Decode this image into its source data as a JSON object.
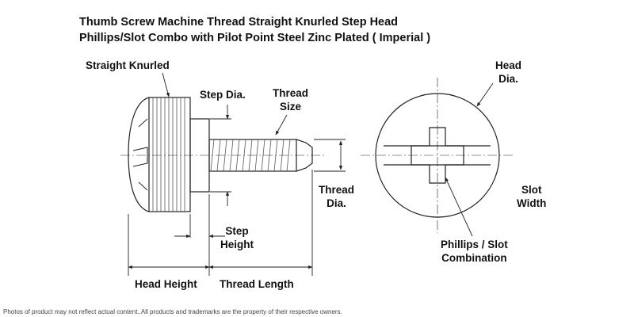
{
  "title": {
    "line1": "Thumb Screw Machine Thread Straight Knurled Step Head",
    "line2": "Phillips/Slot Combo with Pilot Point Steel Zinc Plated ( Imperial )"
  },
  "labels": {
    "straight_knurled": "Straight Knurled",
    "step_dia": "Step Dia.",
    "thread_size": [
      "Thread",
      "Size"
    ],
    "thread_dia": [
      "Thread",
      "Dia."
    ],
    "step_height": [
      "Step",
      "Height"
    ],
    "head_height": "Head Height",
    "thread_length": "Thread Length",
    "head_dia": [
      "Head",
      "Dia."
    ],
    "slot_width": [
      "Slot",
      "Width"
    ],
    "phillips_slot": [
      "Phillips / Slot",
      "Combination"
    ]
  },
  "disclaimer": "Photos of product may not reflect actual content..All products and trademarks are the property of their respective owners."
}
